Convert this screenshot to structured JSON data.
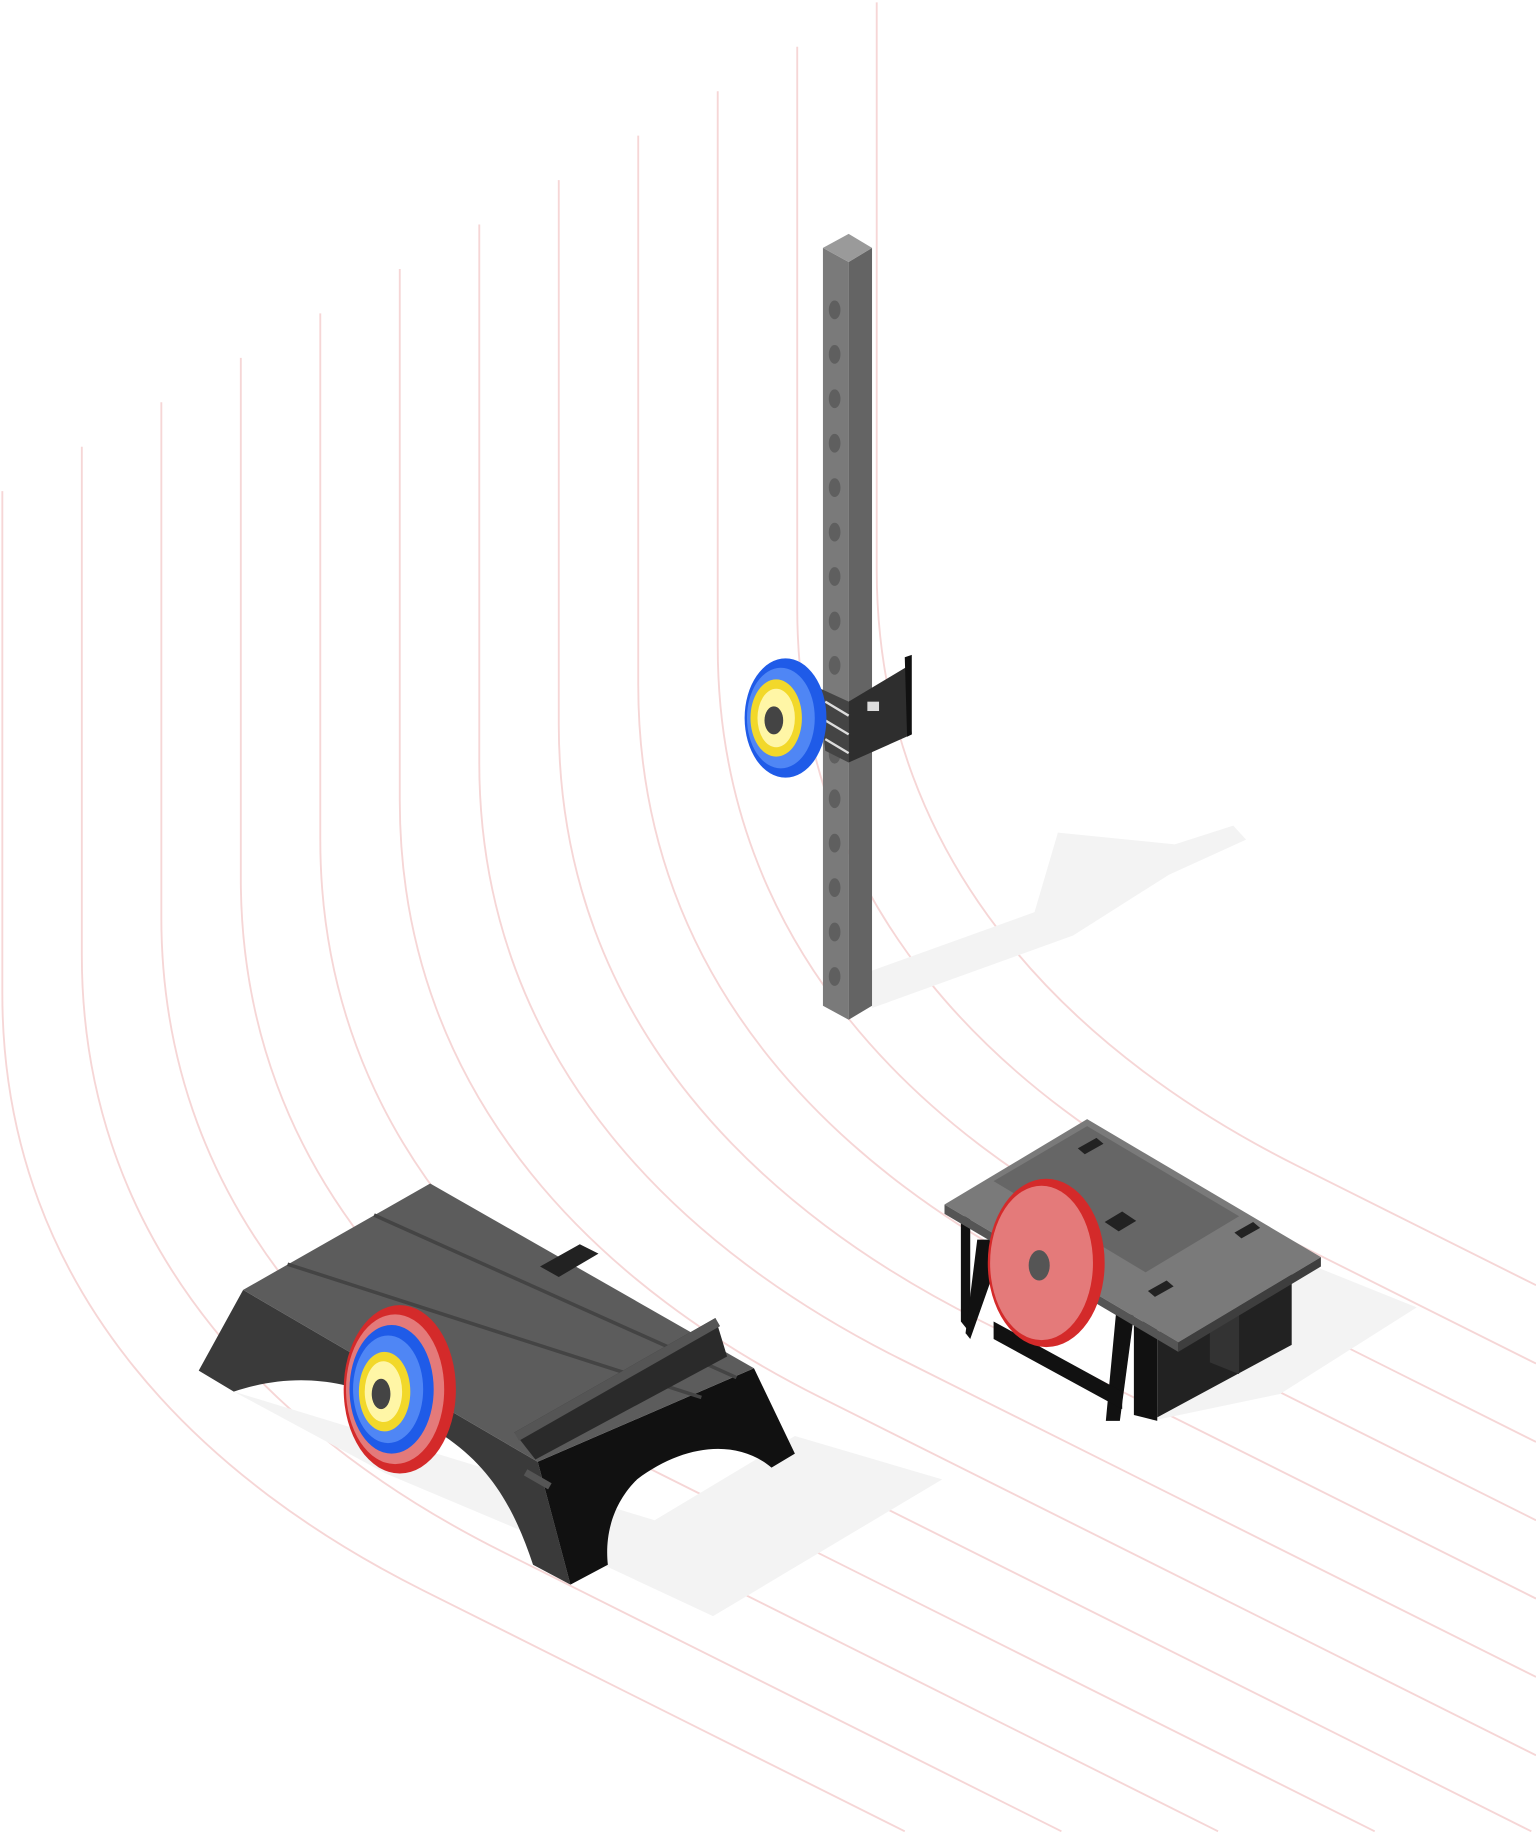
{
  "illustration": {
    "subject": "isometric-targets",
    "colors": {
      "background": "#ffffff",
      "track_lines": "#f6d6d6",
      "shadow": "#f3f3f3",
      "metal_light": "#9a9a9a",
      "metal_mid": "#777777",
      "metal_dark": "#5f5f5f",
      "black": "#111111",
      "target_red": "#d42a2a",
      "target_pink": "#e47a7a",
      "target_blue": "#1f5be8",
      "target_light_blue": "#4f86f5",
      "target_yellow": "#f2d82a",
      "target_pale": "#fff6a6"
    },
    "track_line_count": 12,
    "post_hole_count": 16
  }
}
